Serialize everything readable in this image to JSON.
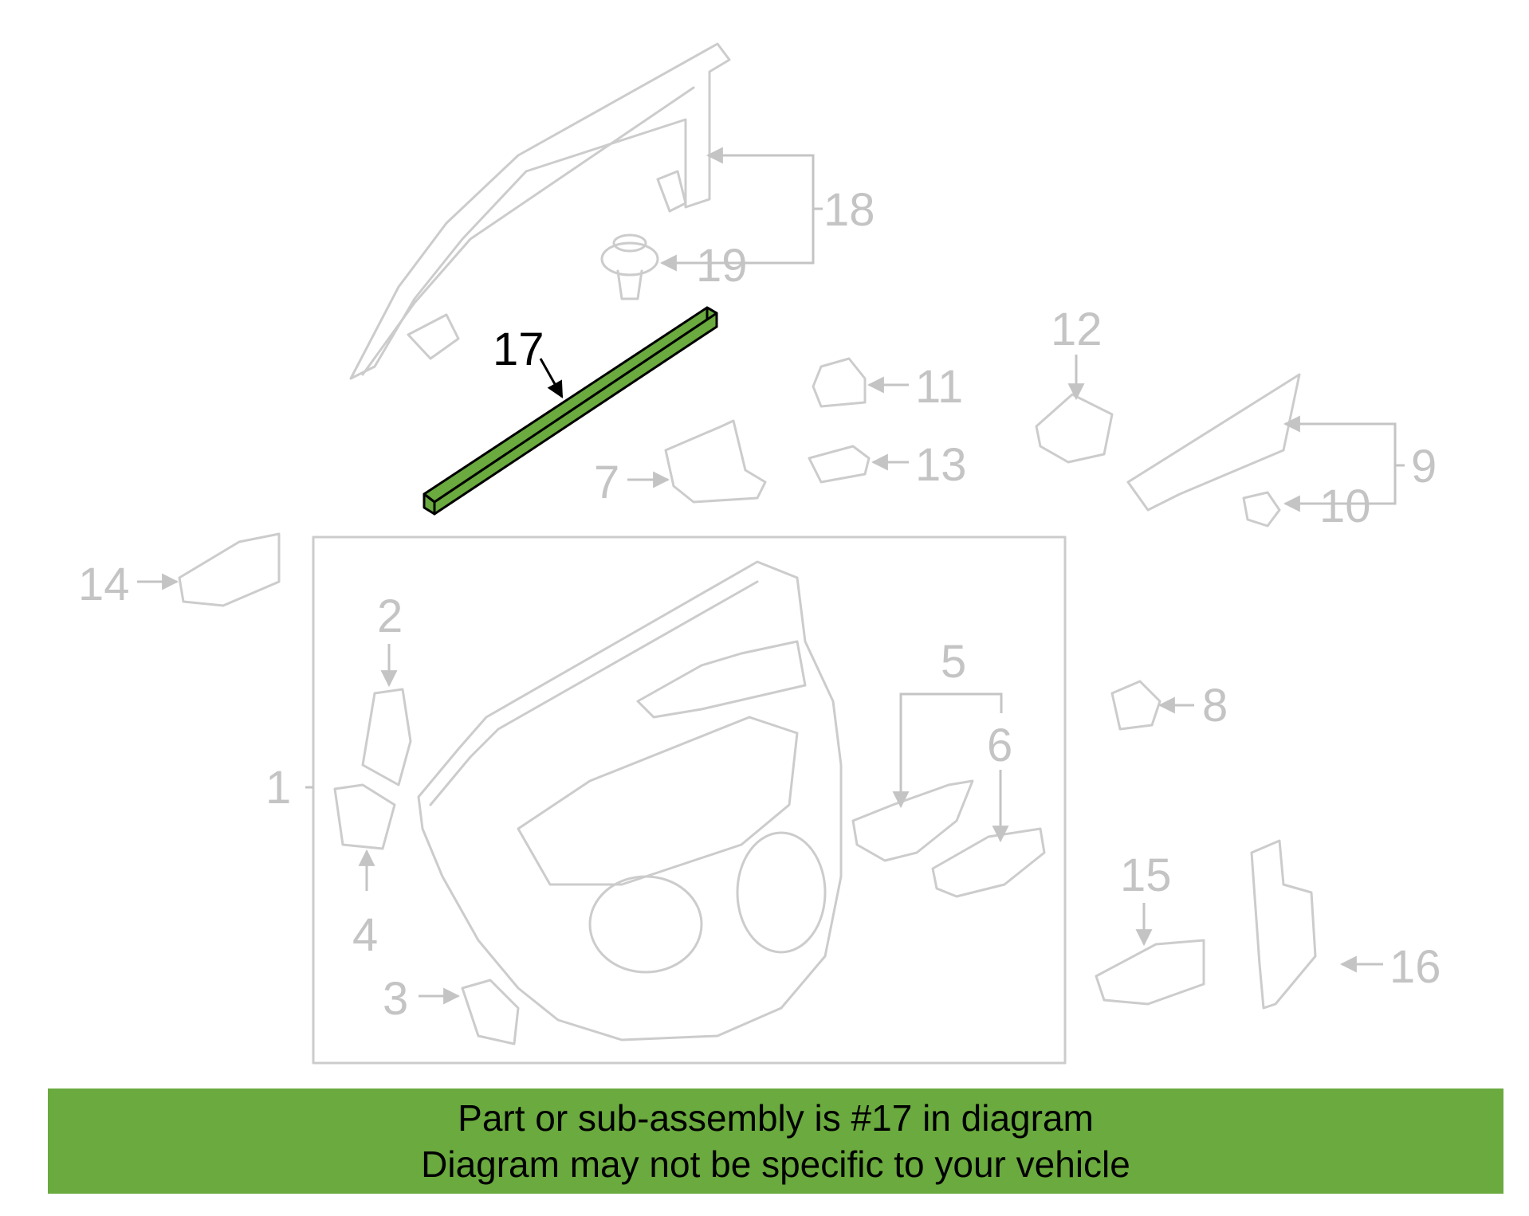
{
  "callouts": {
    "c1": "1",
    "c2": "2",
    "c3": "3",
    "c4": "4",
    "c5": "5",
    "c6": "6",
    "c7": "7",
    "c8": "8",
    "c9": "9",
    "c10": "10",
    "c11": "11",
    "c12": "12",
    "c13": "13",
    "c14": "14",
    "c15": "15",
    "c16": "16",
    "c17": "17",
    "c18": "18",
    "c19": "19"
  },
  "highlight": {
    "part_number": "17",
    "color": "#6aaa3e",
    "outline_color": "#000000"
  },
  "banner": {
    "line1": "Part or sub-assembly is #17 in diagram",
    "line2": "Diagram may not be specific to your vehicle",
    "color": "#6aaa3e"
  }
}
